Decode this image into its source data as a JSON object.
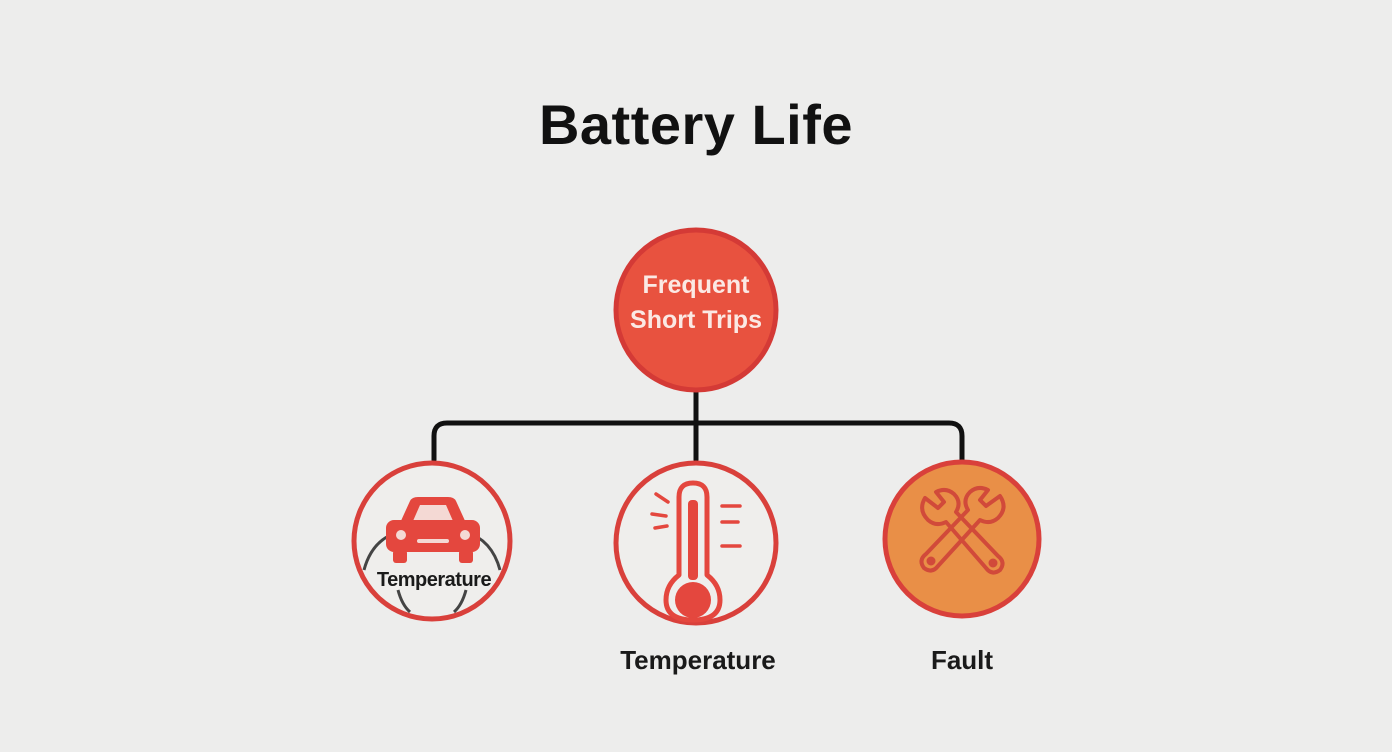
{
  "title": "Battery Life",
  "root": {
    "line1": "Frequent",
    "line2": "Short Trips"
  },
  "children": [
    {
      "icon": "car-icon",
      "inner_label": "Temperature",
      "caption": ""
    },
    {
      "icon": "thermometer-icon",
      "inner_label": "",
      "caption": "Temperature"
    },
    {
      "icon": "crossed-wrenches-icon",
      "inner_label": "",
      "caption": "Fault"
    }
  ],
  "colors": {
    "background": "#ededec",
    "root_fill": "#e8523f",
    "ring": "#d9403b",
    "icon_red": "#e4473e",
    "fault_fill": "#e98f47",
    "connector": "#111111"
  }
}
